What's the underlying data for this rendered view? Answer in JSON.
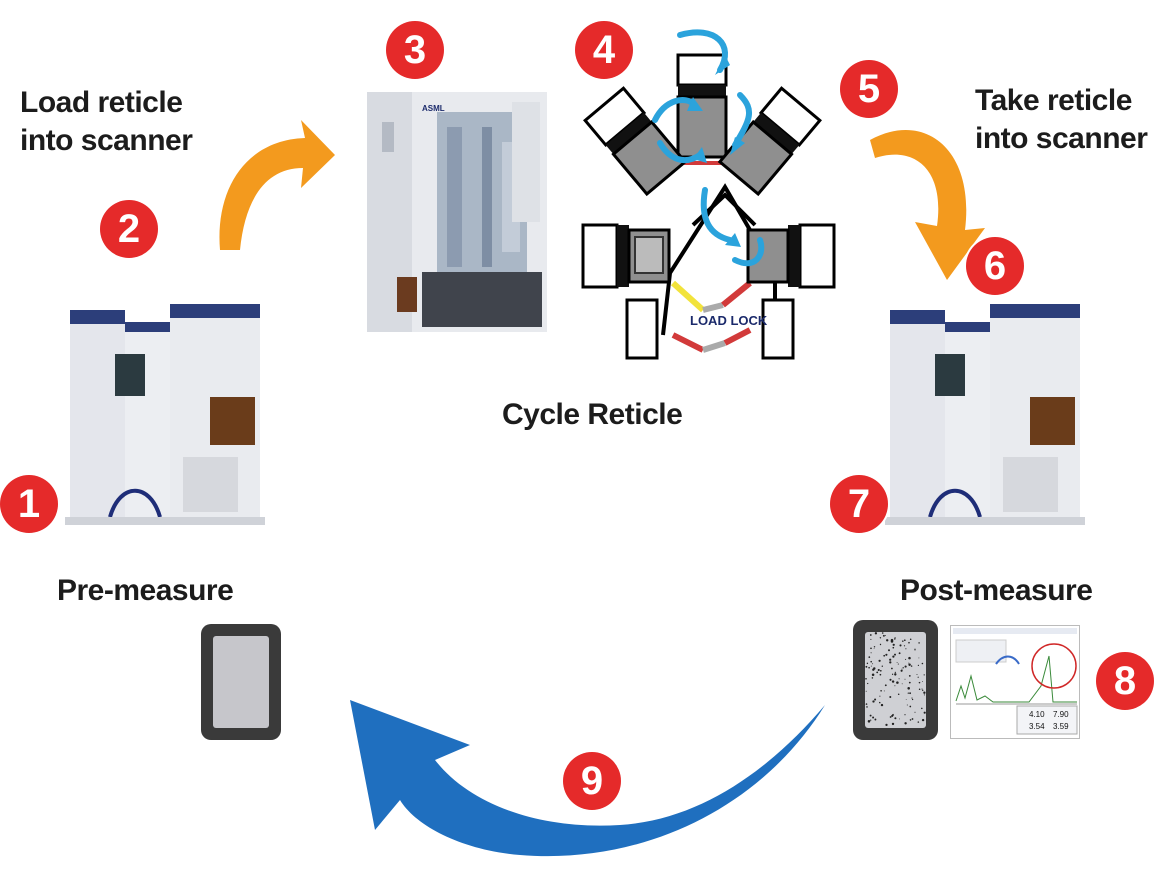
{
  "labels": {
    "load": "Load reticle\ninto scanner",
    "take": "Take reticle\ninto scanner",
    "cycle": "Cycle Reticle",
    "pre": "Pre-measure",
    "post": "Post-measure",
    "load_lock": "LOAD LOCK",
    "asml": "ASML"
  },
  "steps": [
    "1",
    "2",
    "3",
    "4",
    "5",
    "6",
    "7",
    "8",
    "9"
  ],
  "report": {
    "row1": [
      "4.10",
      "7.90"
    ],
    "row2": [
      "3.54",
      "3.59"
    ]
  },
  "colors": {
    "badge": "#e52a2a",
    "orange_arrow": "#f39a1e",
    "blue_arrow": "#1f6fbf",
    "cycle_arrow": "#2ba3dc"
  }
}
